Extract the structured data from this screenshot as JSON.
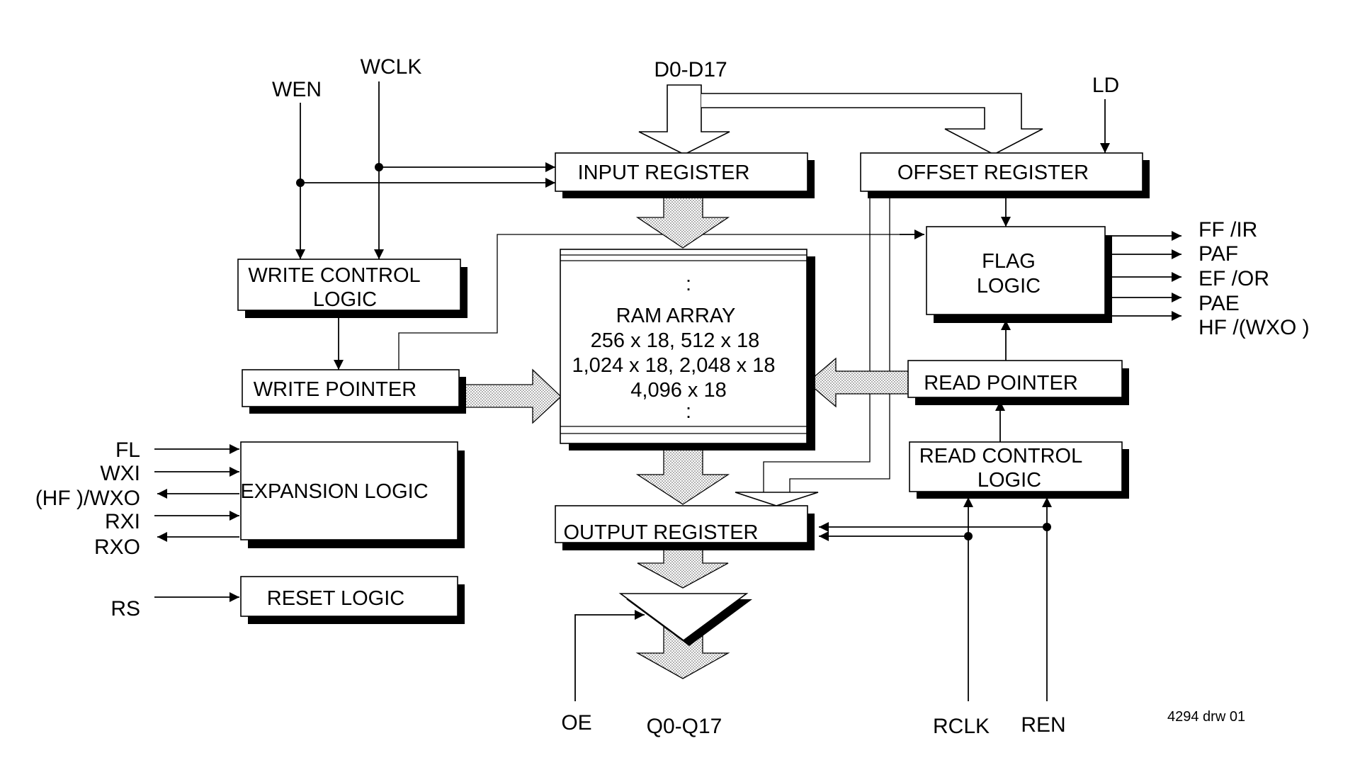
{
  "diagram": {
    "inputs": {
      "wen": "WEN",
      "wclk": "WCLK",
      "data_in": "D0-D17",
      "ld": "LD",
      "fl": "FL",
      "wxi": "WXI",
      "hf_wxo": "(HF )/WXO",
      "rxi": "RXI",
      "rxo": "RXO",
      "rs": "RS",
      "oe": "OE",
      "data_out": "Q0-Q17",
      "rclk": "RCLK",
      "ren": "REN"
    },
    "blocks": {
      "input_register": "INPUT REGISTER",
      "offset_register": "OFFSET REGISTER",
      "write_control_logic": [
        "WRITE CONTROL",
        "LOGIC"
      ],
      "write_pointer": "WRITE POINTER",
      "expansion_logic": "EXPANSION LOGIC",
      "reset_logic": "RESET LOGIC",
      "ram_array": [
        "RAM ARRAY",
        "256 x 18, 512 x 18",
        "1,024 x 18, 2,048 x 18",
        "4,096 x 18"
      ],
      "ram_dots": ":",
      "output_register": "OUTPUT REGISTER",
      "flag_logic": [
        "FLAG",
        "LOGIC"
      ],
      "read_pointer": "READ POINTER",
      "read_control_logic": [
        "READ CONTROL",
        "LOGIC"
      ]
    },
    "flags": [
      "FF /IR",
      "PAF",
      "EF /OR",
      "PAE",
      "HF /(WXO )"
    ],
    "figure_id": "4294 drw 01"
  }
}
